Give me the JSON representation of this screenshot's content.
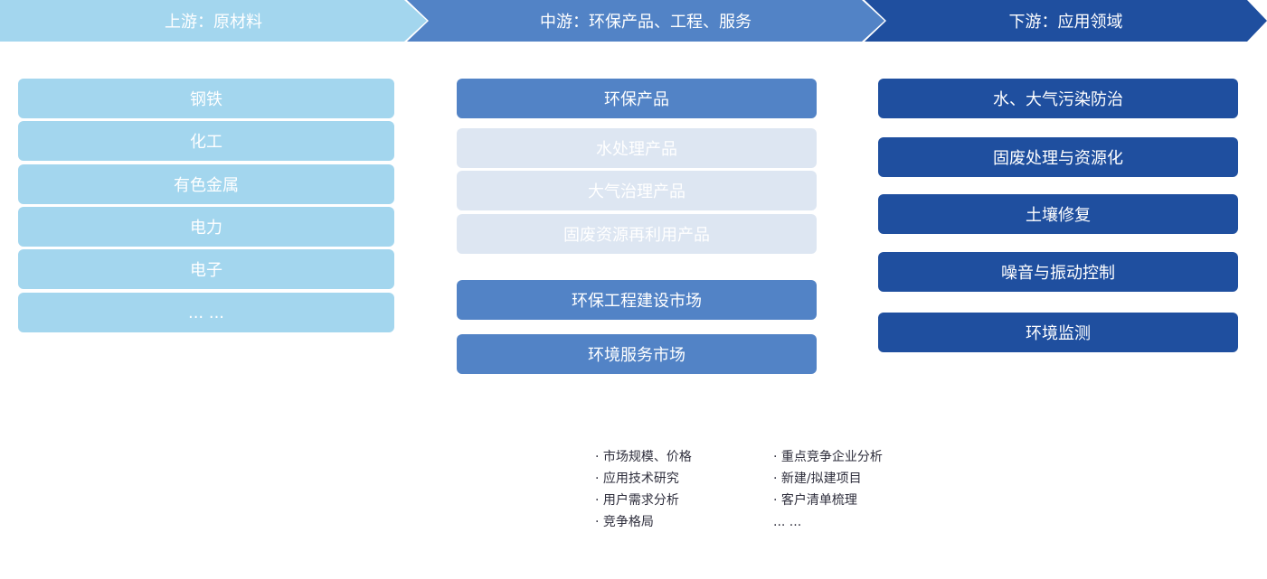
{
  "header": {
    "upstream": "上游：原材料",
    "midstream": "中游：环保产品、工程、服务",
    "downstream": "下游：应用领域"
  },
  "upstream_items": [
    "钢铁",
    "化工",
    "有色金属",
    "电力",
    "电子",
    "... ..."
  ],
  "midstream": {
    "products_title": "环保产品",
    "products_sub": [
      "水处理产品",
      "大气治理产品",
      "固废资源再利用产品"
    ],
    "engineering": "环保工程建设市场",
    "services": "环境服务市场"
  },
  "downstream_items": [
    "水、大气污染防治",
    "固废处理与资源化",
    "土壤修复",
    "噪音与振动控制",
    "环境监测"
  ],
  "bullets_left": [
    "· 市场规模、价格",
    "· 应用技术研究",
    "· 用户需求分析",
    "· 竞争格局"
  ],
  "bullets_right": [
    "· 重点竞争企业分析",
    "· 新建/拟建项目",
    "· 客户清单梳理",
    "... ..."
  ]
}
